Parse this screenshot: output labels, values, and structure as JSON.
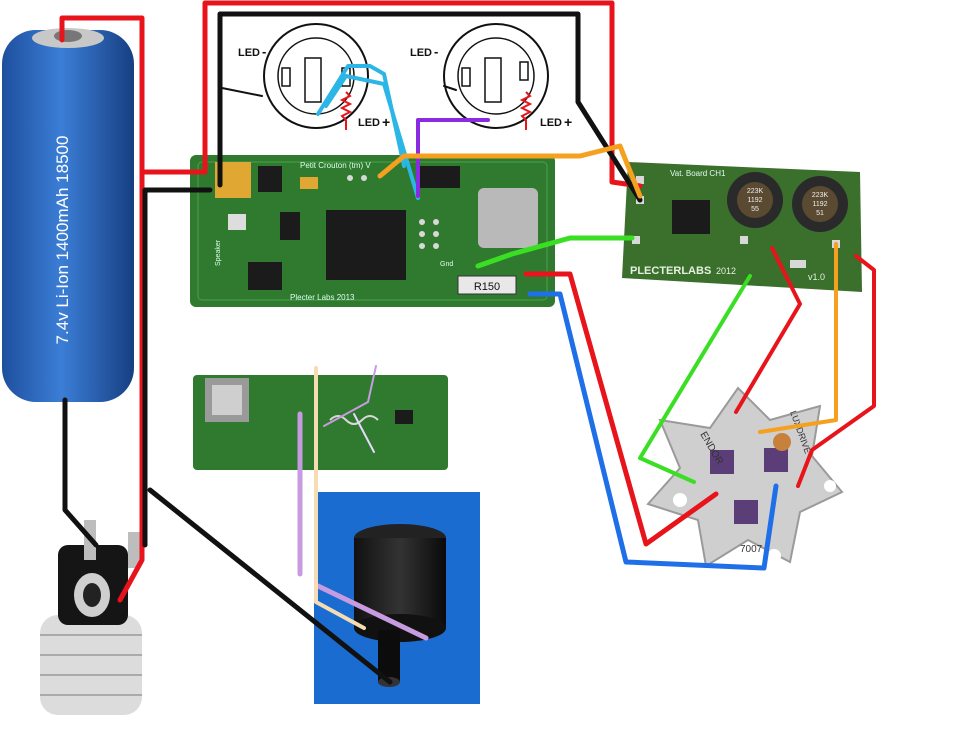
{
  "battery": {
    "label": "7.4v Li-Ion 1400mAh 18500"
  },
  "switches": [
    {
      "led_minus": "LED",
      "led_plus": "LED"
    },
    {
      "led_minus": "LED",
      "led_plus": "LED"
    }
  ],
  "sound_board": {
    "silk_title": "Petit Crouton (tm) V",
    "silk_brand": "Plecter Labs 2013",
    "speaker_label": "Speaker",
    "gnd_label": "Gnd",
    "resistor_label": "R150"
  },
  "driver_board": {
    "silk_title": "Vat. Board CH1",
    "brand": "PLECTERLABS",
    "year": "2012",
    "version": "v1.0",
    "inductor1": [
      "223K",
      "1192",
      "55"
    ],
    "inductor2": [
      "223K",
      "1192",
      "51"
    ]
  },
  "led_star": {
    "left_text": "ENDOR",
    "right_text": "LUXDRIVE",
    "bottom_text": "7007"
  },
  "colors": {
    "red": "#e8141b",
    "black": "#111111",
    "cyan": "#2bb6e6",
    "orange": "#f5a01e",
    "purple": "#8a2be2",
    "green": "#3adf24",
    "blue": "#1f6fe8",
    "lavender": "#c79be0",
    "cream": "#f6dcb2",
    "pcb": "#2f7a2f",
    "battery": "#2a63b8"
  }
}
